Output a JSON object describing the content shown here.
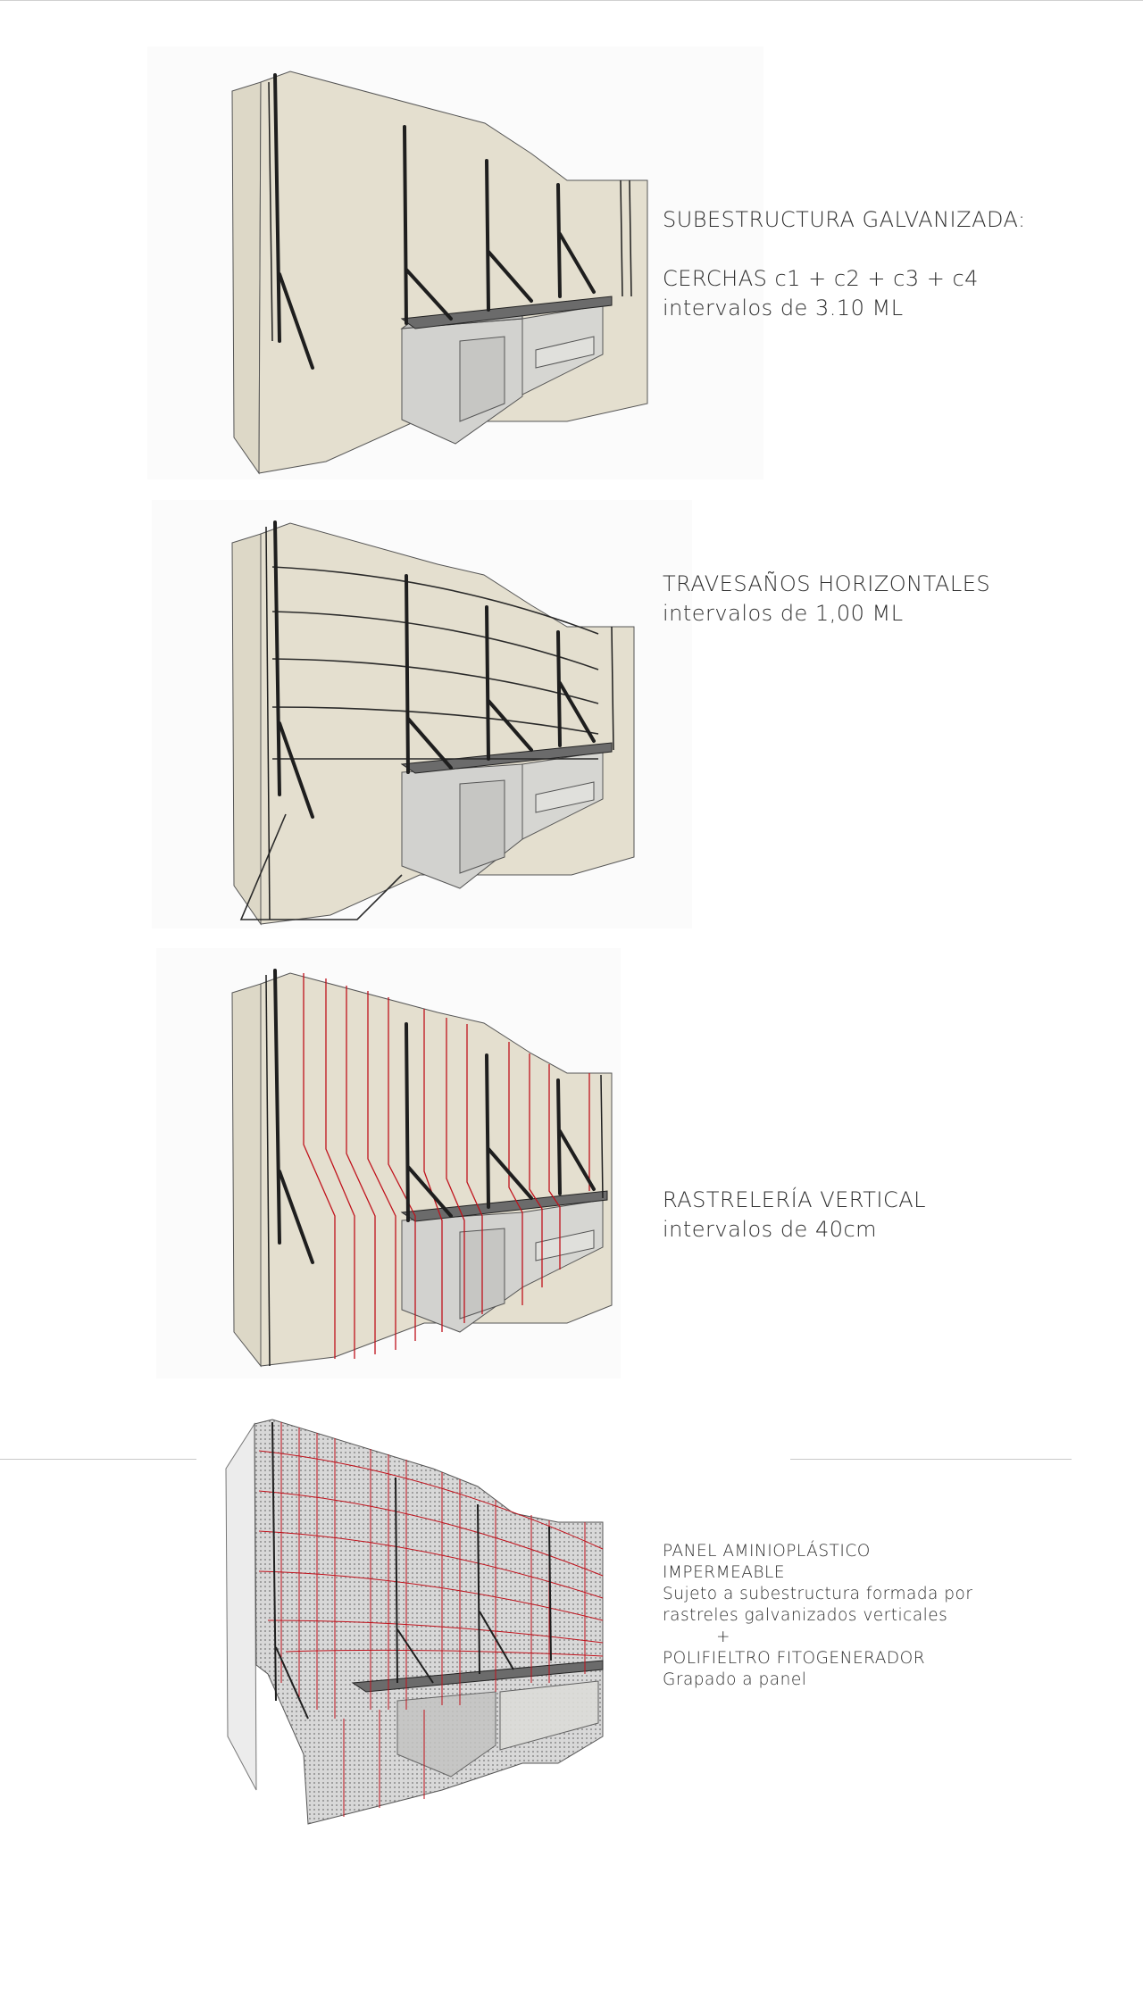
{
  "colors": {
    "wall": "#e4dfcf",
    "wall_edge": "#4a4a4a",
    "structure": "#1e1e1e",
    "box": "#cfcfcc",
    "rail": "#c0121c",
    "panel_texture": "#9a9a9a"
  },
  "panels": [
    {
      "id": "substructure",
      "lines": [
        "SUBESTRUCTURA GALVANIZADA:",
        "",
        "CERCHAS c1 + c2 + c3 + c4",
        "intervalos de 3.10 ML"
      ]
    },
    {
      "id": "horizontal-crossbars",
      "lines": [
        "TRAVESAÑOS HORIZONTALES",
        "intervalos de 1,00 ML"
      ]
    },
    {
      "id": "vertical-rails",
      "lines": [
        "RASTRELERÍA VERTICAL",
        "intervalos de 40cm"
      ]
    },
    {
      "id": "waterproof-panel",
      "lines": [
        "PANEL AMINIOPLÁSTICO",
        "IMPERMEABLE",
        "Sujeto a subestructura formada por",
        "rastreles  galvanizados verticales",
        "+",
        "POLIFIELTRO FITOGENERADOR",
        "Grapado a panel"
      ]
    }
  ]
}
